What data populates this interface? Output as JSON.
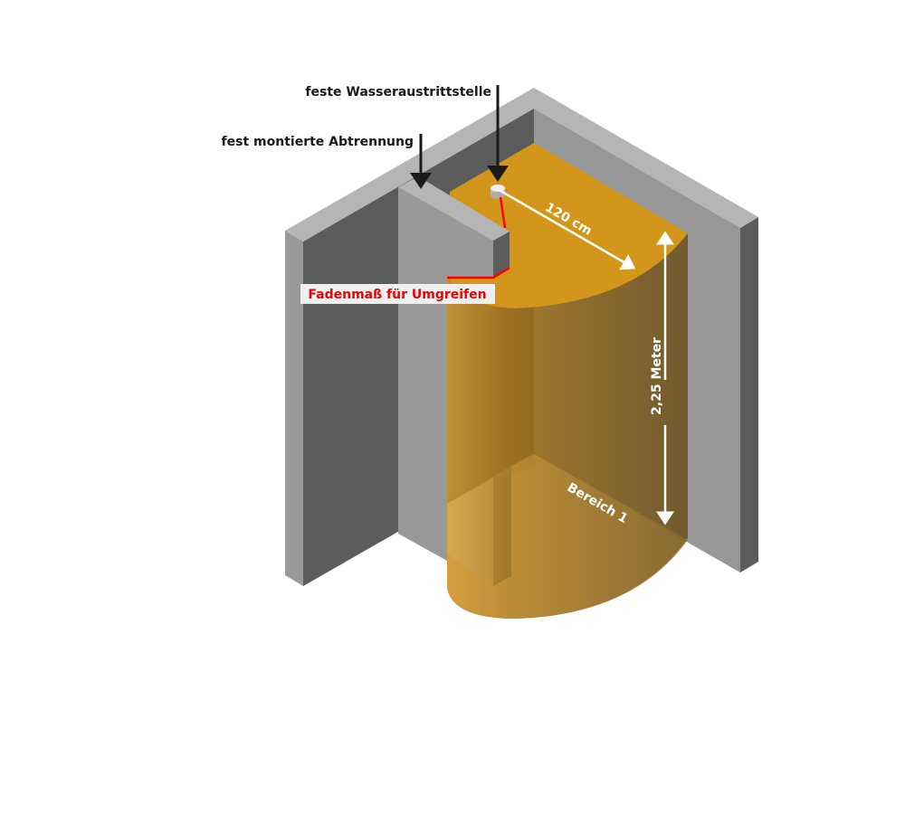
{
  "labels": {
    "water_outlet": "feste Wasseraustrittstelle",
    "partition": "fest montierte Abtrennung",
    "thread_measure": "Fadenmaß für Umgreifen",
    "radius": "120 cm",
    "height": "2,25 Meter",
    "area": "Bereich 1"
  },
  "colors": {
    "wall_top": "#b5b5b5",
    "wall_light": "#999999",
    "wall_dark": "#5c5c5c",
    "cylinder_light": "#cf962c",
    "cylinder_dark": "#6b511f",
    "thread": "#ff0000",
    "dimension": "#ffffff"
  }
}
